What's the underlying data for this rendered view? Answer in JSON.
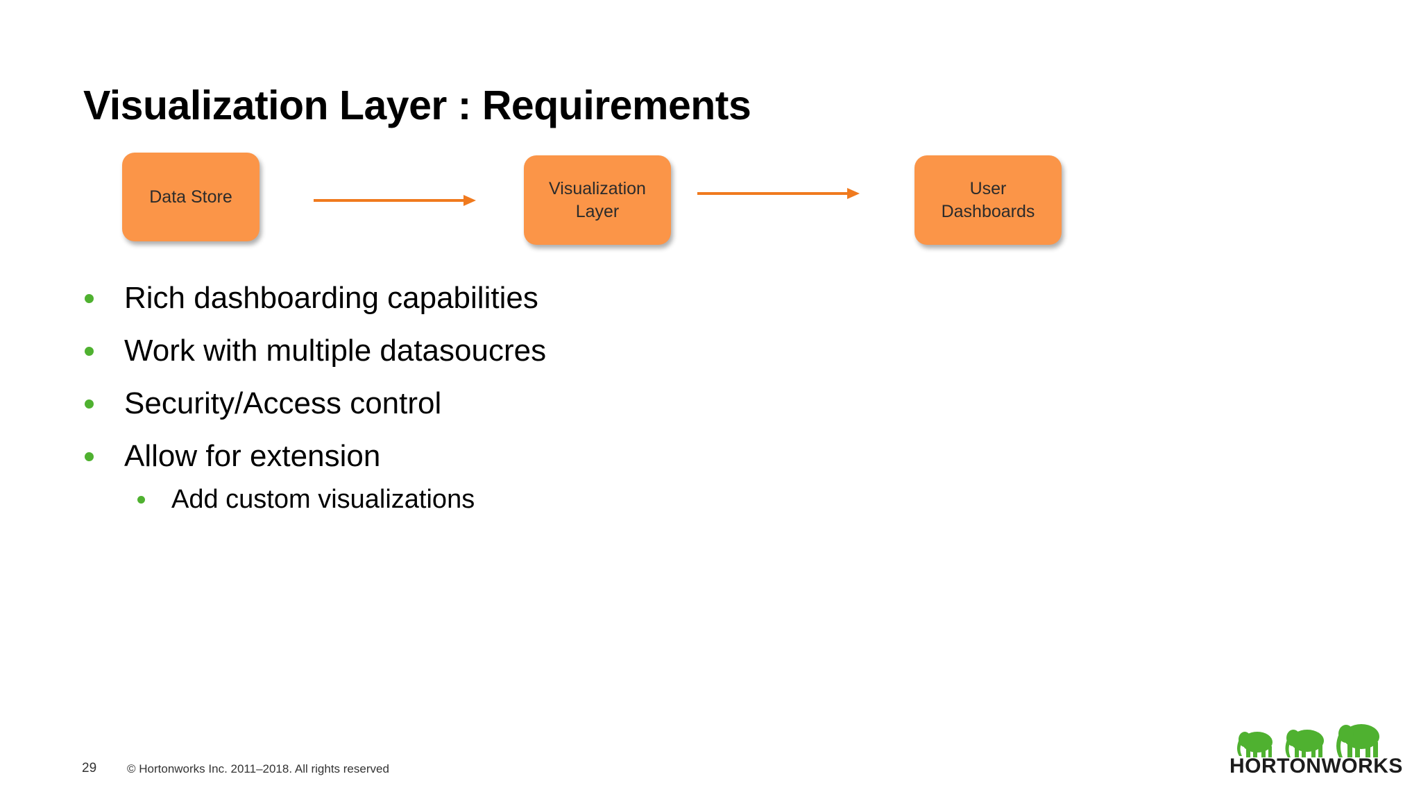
{
  "slide": {
    "title": "Visualization Layer : Requirements",
    "page_number": "29",
    "copyright": "© Hortonworks Inc. 2011–2018. All rights reserved"
  },
  "diagram": {
    "nodes": [
      {
        "id": "data-store",
        "label": "Data Store"
      },
      {
        "id": "visualization-layer",
        "label": "Visualization\nLayer"
      },
      {
        "id": "user-dashboards",
        "label": "User\nDashboards"
      }
    ],
    "edges": [
      {
        "from": "data-store",
        "to": "visualization-layer"
      },
      {
        "from": "visualization-layer",
        "to": "user-dashboards"
      }
    ],
    "box_color": "#fb9548",
    "arrow_color": "#f07a1e"
  },
  "bullets": [
    {
      "text": "Rich dashboarding capabilities"
    },
    {
      "text": "Work with multiple datasoucres"
    },
    {
      "text": "Security/Access control"
    },
    {
      "text": "Allow for extension",
      "sub": [
        {
          "text": "Add custom visualizations"
        }
      ]
    }
  ],
  "bullet_color": "#4fb130",
  "logo": {
    "text": "HORTONWORKS",
    "icon": "elephants-logo-icon",
    "color": "#4fb130"
  }
}
